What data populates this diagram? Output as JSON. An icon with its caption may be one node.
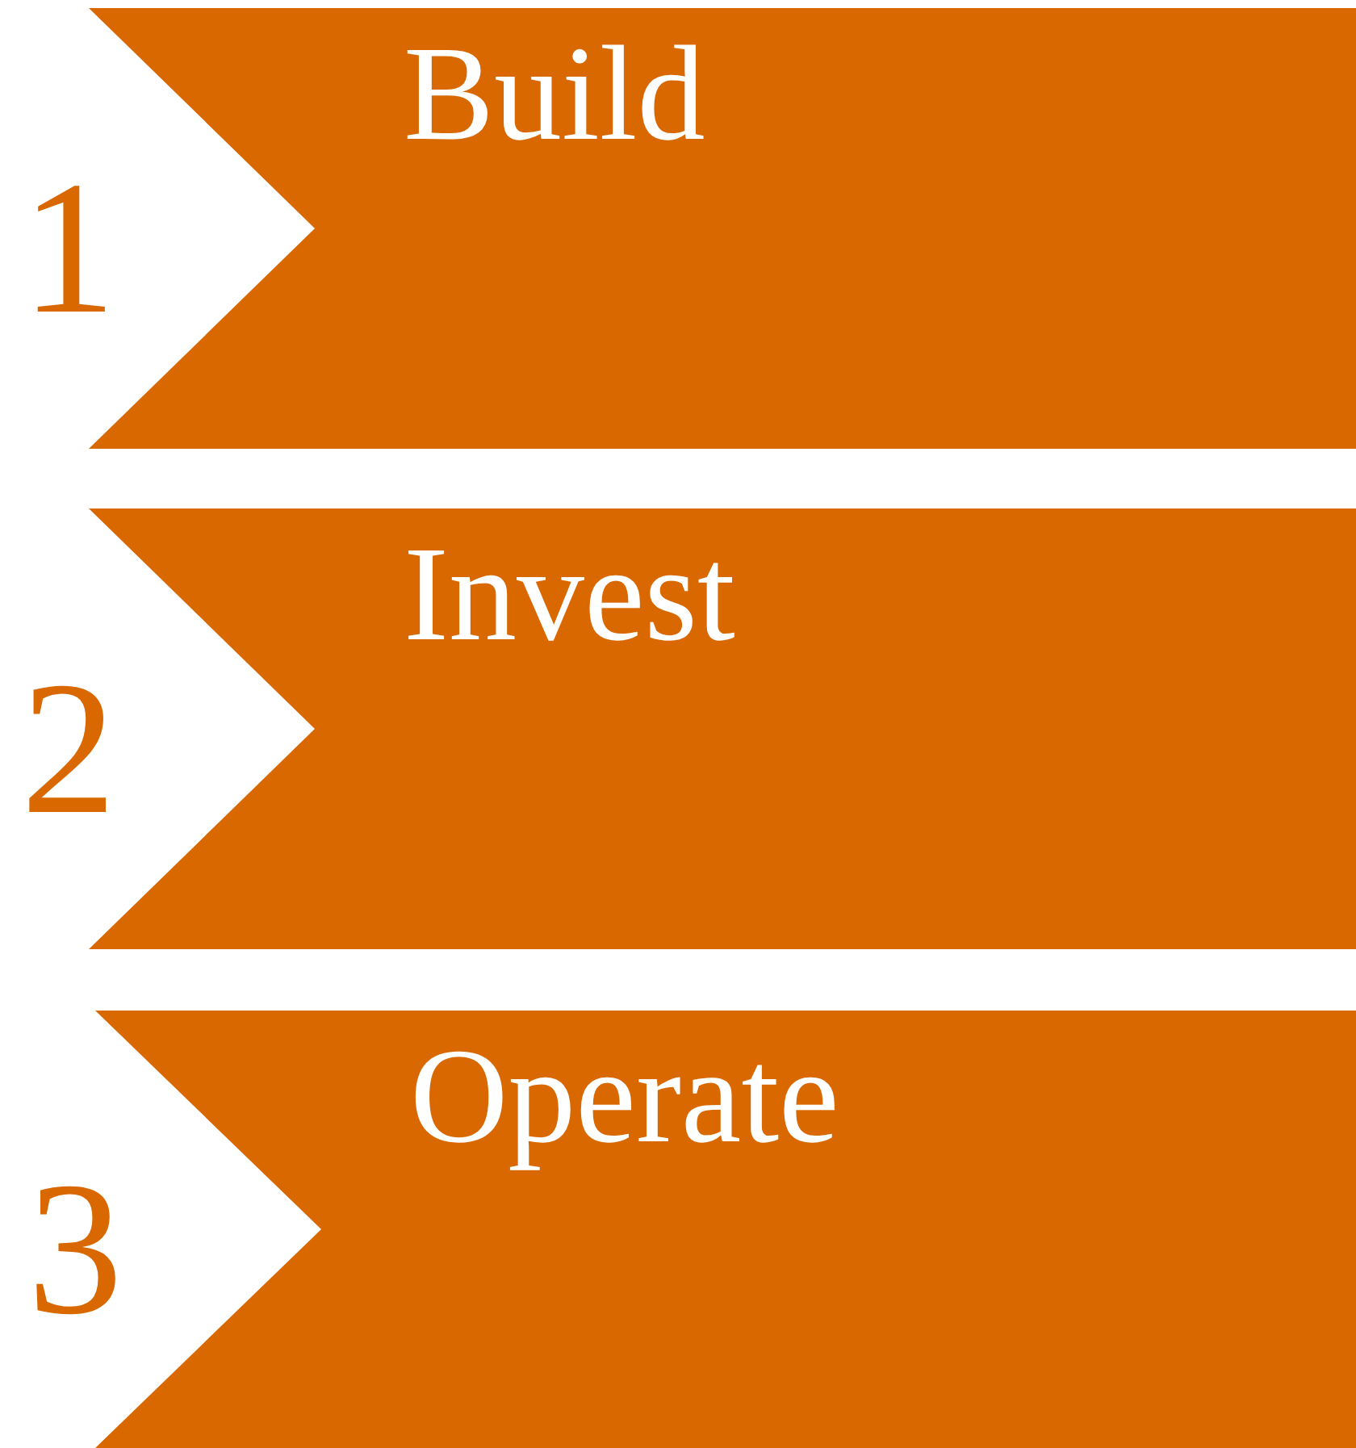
{
  "diagram": {
    "nodes": [
      {
        "text": [
          "Build"
        ],
        "beside": [
          "1"
        ]
      },
      {
        "text": [
          "Invest"
        ],
        "beside": [
          "2"
        ]
      },
      {
        "text": [
          "Operate"
        ],
        "beside": [
          "3"
        ]
      }
    ]
  }
}
